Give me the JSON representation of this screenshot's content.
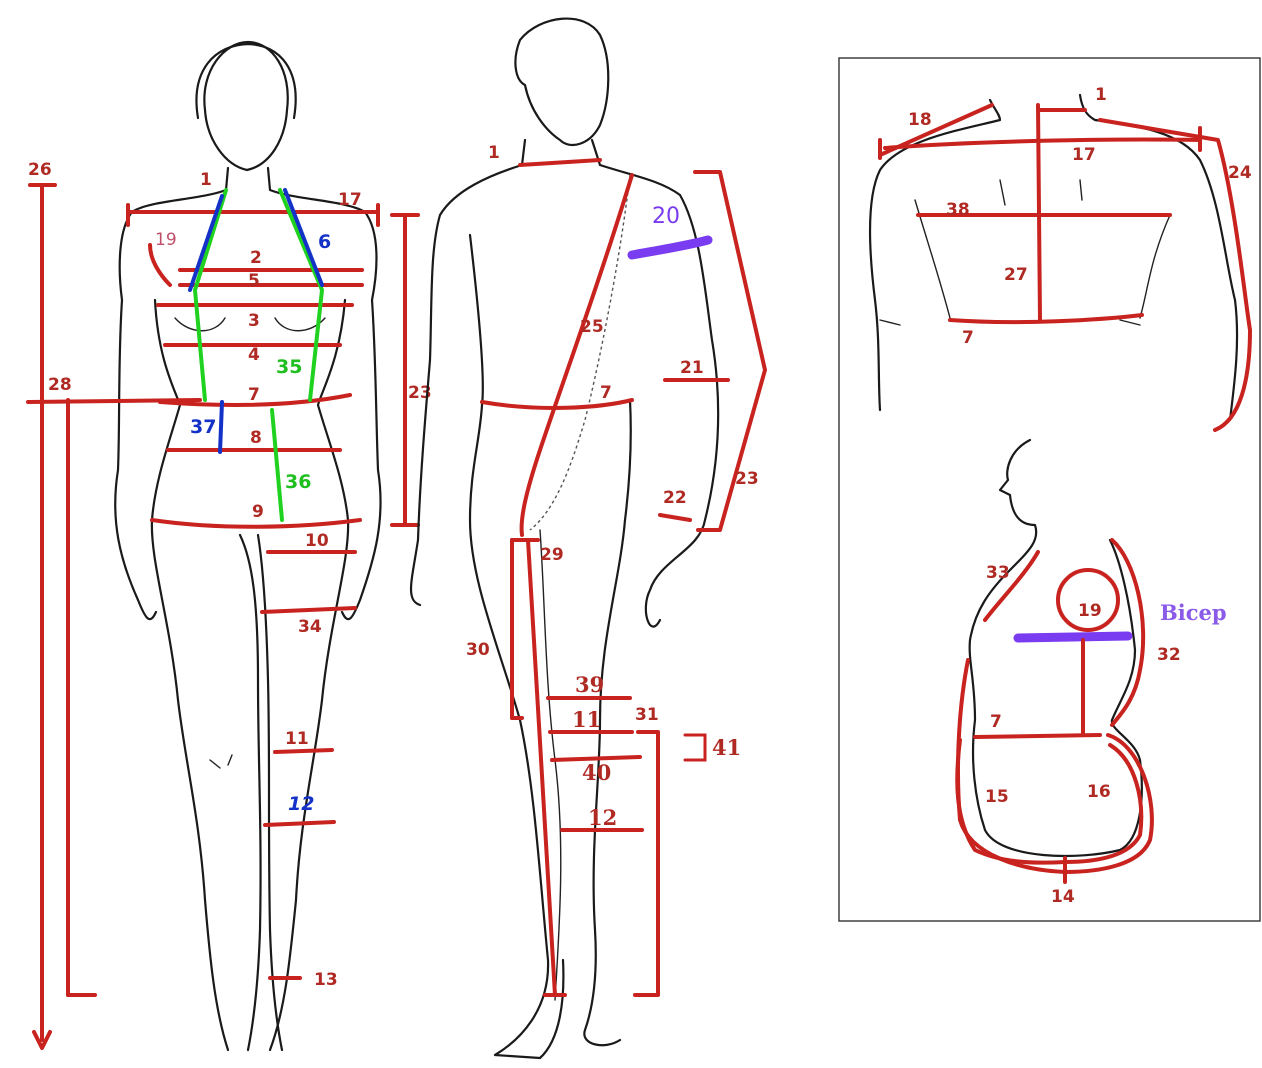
{
  "colors": {
    "measure_line": "#c8231f",
    "label_red": "#b02a24",
    "green": "#1fd21f",
    "blue": "#1432c8",
    "purple": "#7a3cf0"
  },
  "female_figure": {
    "labels": {
      "l26": "26",
      "l1": "1",
      "l17": "17",
      "l19": "19",
      "l6": "6",
      "l2": "2",
      "l5": "5",
      "l3": "3",
      "l4": "4",
      "l35": "35",
      "l28": "28",
      "l7": "7",
      "l37": "37",
      "l8": "8",
      "l23": "23",
      "l36": "36",
      "l9": "9",
      "l10": "10",
      "l34": "34",
      "l11": "11",
      "l12": "12",
      "l13": "13"
    }
  },
  "male_figure": {
    "labels": {
      "l1": "1",
      "l20": "20",
      "l25": "25",
      "l21": "21",
      "l7": "7",
      "l23": "23",
      "l22": "22",
      "l29": "29",
      "l30": "30",
      "l39": "39",
      "l11": "11",
      "l31": "31",
      "l41": "41",
      "l40": "40",
      "l12": "12"
    }
  },
  "inset_back": {
    "labels": {
      "l18": "18",
      "l1": "1",
      "l17": "17",
      "l24": "24",
      "l38": "38",
      "l27": "27",
      "l7": "7"
    }
  },
  "inset_side": {
    "labels": {
      "l33": "33",
      "l19": "19",
      "bicep": "Bicep",
      "l32": "32",
      "l7": "7",
      "l15": "15",
      "l16": "16",
      "l14": "14"
    }
  }
}
